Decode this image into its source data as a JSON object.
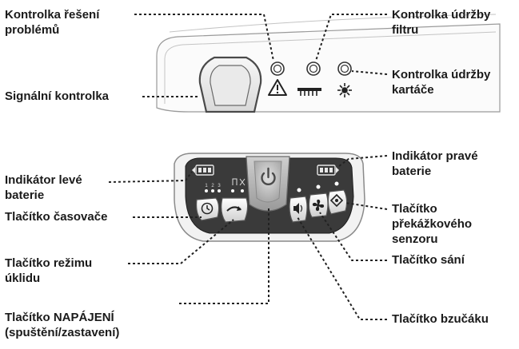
{
  "labels": {
    "troubleshoot_indicator": {
      "line1": "Kontrolka řešení",
      "line2": "problémů"
    },
    "filter_indicator": {
      "line1": "Kontrolka údržby",
      "line2": "filtru"
    },
    "brush_indicator": {
      "line1": "Kontrolka údržby",
      "line2": "kartáče"
    },
    "signal_indicator": {
      "line1": "Signální kontrolka"
    },
    "left_battery": {
      "line1": "Indikátor levé",
      "line2": "baterie"
    },
    "right_battery": {
      "line1": "Indikátor pravé",
      "line2": "baterie"
    },
    "timer_button": {
      "line1": "Tlačítko časovače"
    },
    "obstacle_sensor_button": {
      "line1": "Tlačítko",
      "line2": "překážkového",
      "line3": "senzoru"
    },
    "cleaning_mode_button": {
      "line1": "Tlačítko režimu",
      "line2": "úklidu"
    },
    "suction_button": {
      "line1": "Tlačítko sání"
    },
    "power_button": {
      "line1": "Tlačítko NAPÁJENÍ",
      "line2": "(spuštění/zastavení)"
    },
    "buzzer_button": {
      "line1": "Tlačítko bzučáku"
    }
  },
  "panel": {
    "timer_digits": [
      "1",
      "2",
      "3"
    ]
  },
  "colors": {
    "text": "#1a1a1a",
    "leader": "#222222",
    "panel_dark": "#3a3a3a",
    "panel_light": "#eeeeee",
    "outline": "#888888"
  }
}
